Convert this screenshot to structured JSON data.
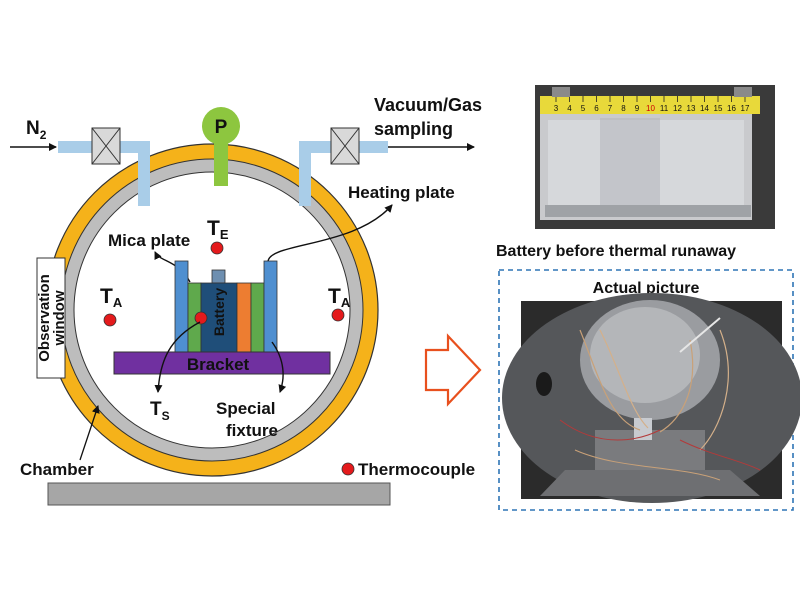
{
  "labels": {
    "n2_main": "N",
    "n2_sub": "2",
    "pressure": "P",
    "vacuum_line1": "Vacuum/Gas",
    "vacuum_line2": "sampling",
    "heating_plate": "Heating plate",
    "mica_plate": "Mica plate",
    "te_main": "T",
    "te_sub": "E",
    "ta_left_main": "T",
    "ta_left_sub": "A",
    "ta_right_main": "T",
    "ta_right_sub": "A",
    "battery": "Battery",
    "bracket": "Bracket",
    "ts_main": "T",
    "ts_sub": "S",
    "special_line1": "Special",
    "special_line2": "fixture",
    "observation_line1": "Observation",
    "observation_line2": "window",
    "chamber": "Chamber",
    "thermocouple": "Thermocouple",
    "photo_top_caption": "Battery before thermal runaway",
    "photo_bottom_title": "Actual picture"
  },
  "ruler": {
    "ticks": [
      "3",
      "4",
      "5",
      "6",
      "7",
      "8",
      "9",
      "10",
      "11",
      "12",
      "13",
      "14",
      "15",
      "16",
      "17"
    ]
  },
  "colors": {
    "chamber_outer": "#F5B21A",
    "chamber_inner": "#BDBDBD",
    "pipe": "#A9CDE8",
    "pressure_gauge": "#8DC63F",
    "bracket": "#7030A0",
    "base": "#A6A6A6",
    "thermocouple": "#E41A1C",
    "mica": "#4F8FD0",
    "heater": "#5FA94C",
    "battery": "#1F4E79",
    "orange_plate": "#ED7D31",
    "dashed_frame": "#2E75B6",
    "arrow_outline": "#E8501E"
  }
}
